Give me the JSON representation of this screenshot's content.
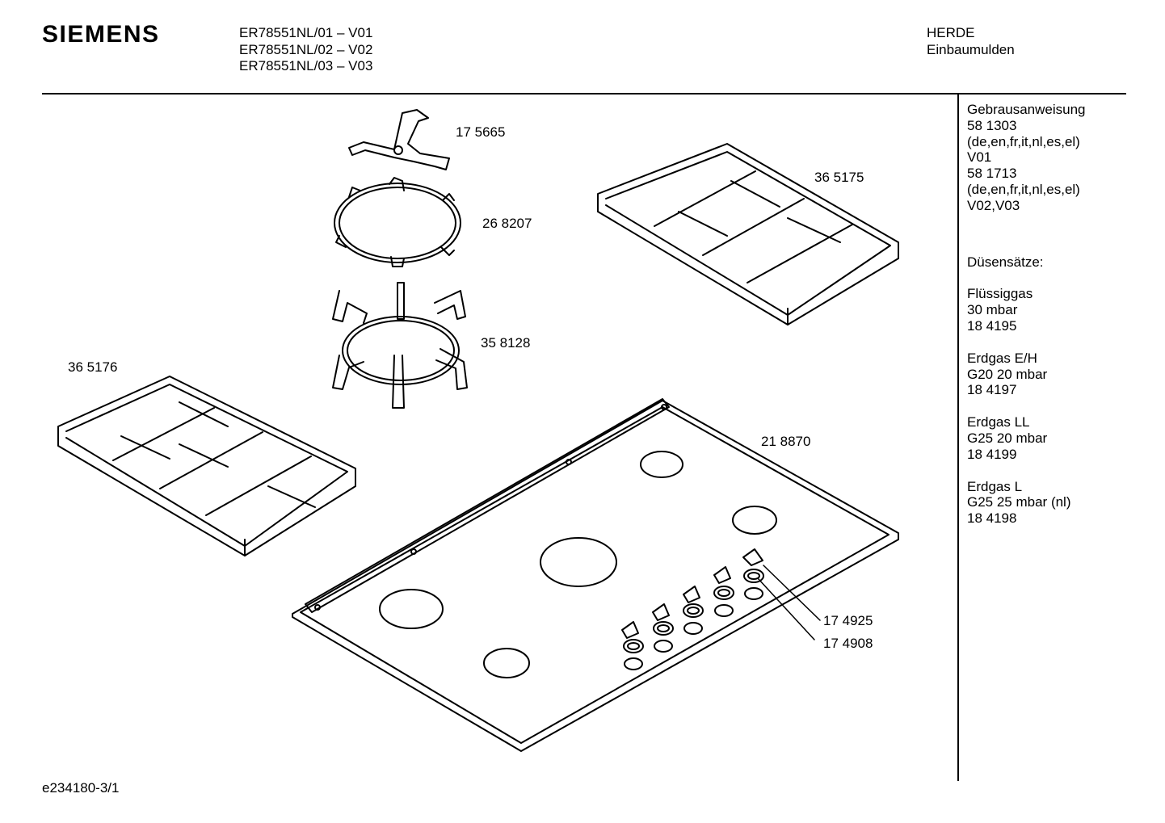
{
  "header": {
    "brand": "SIEMENS",
    "models": [
      "ER78551NL/01 – V01",
      "ER78551NL/02 – V02",
      "ER78551NL/03 – V03"
    ],
    "category": [
      "HERDE",
      "Einbaumulden"
    ]
  },
  "parts": {
    "p175665": "17 5665",
    "p268207": "26 8207",
    "p358128": "35 8128",
    "p365175": "36 5175",
    "p365176": "36 5176",
    "p218870": "21 8870",
    "p174925": "17 4925",
    "p174908": "17 4908"
  },
  "sidebar": {
    "manual_title": "Gebrausanweisung",
    "manual_lines": [
      "58 1303",
      "(de,en,fr,it,nl,es,el)",
      "V01",
      "58 1713",
      "(de,en,fr,it,nl,es,el)",
      "V02,V03"
    ],
    "nozzle_title": "Düsensätze:",
    "groups": [
      [
        "Flüssiggas",
        "30 mbar",
        "18 4195"
      ],
      [
        "Erdgas E/H",
        "G20 20 mbar",
        "18 4197"
      ],
      [
        "Erdgas LL",
        "G25 20 mbar",
        "18 4199"
      ],
      [
        "Erdgas L",
        "G25 25 mbar (nl)",
        "18 4198"
      ]
    ]
  },
  "footer": {
    "drawing_id": "e234180-3/1"
  }
}
